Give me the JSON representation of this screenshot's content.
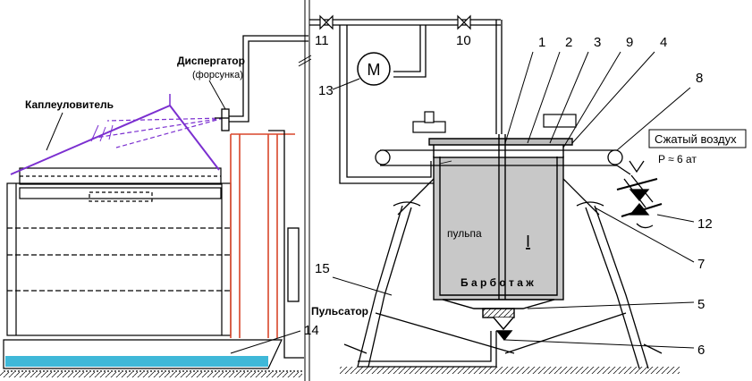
{
  "labels": {
    "droplet_catcher": "Каплеуловитель",
    "disperser": "Диспергатор",
    "nozzle": "(форсунка)",
    "pulsator": "Пульсатор",
    "compressed_air": "Сжатый воздух",
    "pressure": "P ≈ 6 ат",
    "pulp": "пульпа",
    "zone": "I",
    "bubbling": "Б а р  б о т а ж",
    "motor": "M"
  },
  "callouts": [
    "1",
    "2",
    "3",
    "9",
    "4",
    "8",
    "11",
    "10",
    "13",
    "12",
    "7",
    "15",
    "5",
    "14",
    "6"
  ],
  "colors": {
    "line": "#000000",
    "catcher": "#7b2fd0",
    "frame": "#d9462a",
    "pulp_fill": "#c8c8c8",
    "water": "#3fb8d8"
  }
}
